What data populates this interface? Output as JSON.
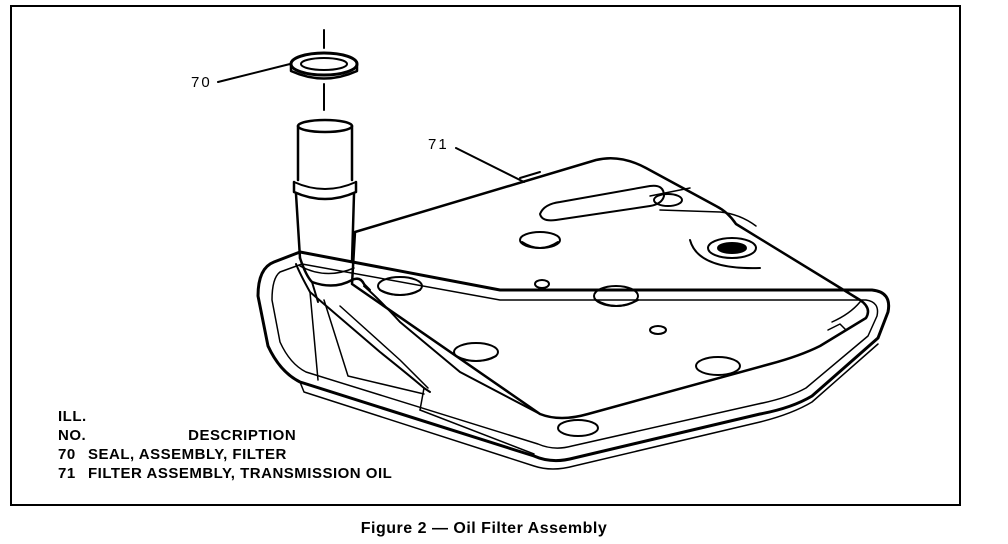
{
  "callouts": {
    "seal": "70",
    "filter": "71"
  },
  "legend": {
    "header_ill": "ILL.",
    "header_no": "NO.",
    "header_description": "DESCRIPTION",
    "items": [
      {
        "no": "70",
        "description": "SEAL, ASSEMBLY, FILTER"
      },
      {
        "no": "71",
        "description": "FILTER ASSEMBLY, TRANSMISSION OIL"
      }
    ]
  },
  "caption": "Figure 2 — Oil Filter Assembly"
}
